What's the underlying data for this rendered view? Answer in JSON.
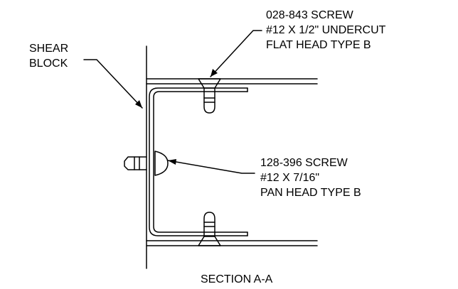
{
  "drawing": {
    "shear_block_label": [
      "SHEAR",
      "BLOCK"
    ],
    "top_screw_callout": [
      "028-843 SCREW",
      "#12 X 1/2\" UNDERCUT",
      "FLAT HEAD TYPE B"
    ],
    "mid_screw_callout": [
      "128-396 SCREW",
      "#12 X 7/16\"",
      "PAN HEAD TYPE B"
    ],
    "section_title": "SECTION A-A"
  },
  "colors": {
    "line": "#000000",
    "background": "#ffffff"
  }
}
